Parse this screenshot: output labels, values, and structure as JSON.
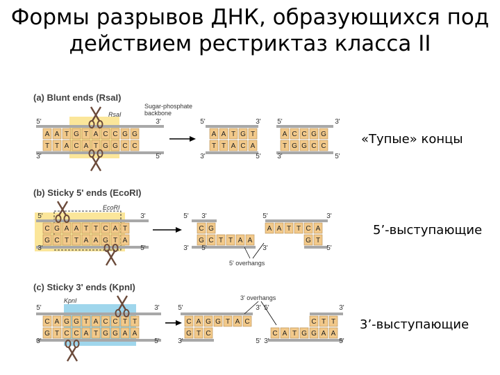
{
  "title_line1": "Формы разрывов ДНК, образующихся под",
  "title_line2": "действием рестриктаз класса II",
  "labels": {
    "blunt": "«Тупые» концы",
    "five_prime": "5’-выступающие",
    "three_prime": "3’-выступающие"
  },
  "panels": [
    {
      "header": "(a) Blunt ends (RsaI)",
      "enzyme": "RsaI",
      "note": "Sugar-phosphate backbone",
      "top": [
        "A",
        "A",
        "T",
        "G",
        "T",
        "A",
        "C",
        "C",
        "G",
        "G"
      ],
      "bottom": [
        "T",
        "T",
        "A",
        "C",
        "A",
        "T",
        "G",
        "G",
        "C",
        "C"
      ],
      "frag1_top": [
        "A",
        "A",
        "T",
        "G",
        "T"
      ],
      "frag1_bottom": [
        "T",
        "T",
        "A",
        "C",
        "A"
      ],
      "frag2_top": [
        "A",
        "C",
        "C",
        "G",
        "G"
      ],
      "frag2_bottom": [
        "T",
        "G",
        "G",
        "C",
        "C"
      ]
    },
    {
      "header": "(b) Sticky 5' ends (EcoRI)",
      "enzyme": "EcoRI",
      "note": "5' overhangs",
      "top": [
        "C",
        "G",
        "A",
        "A",
        "T",
        "T",
        "C",
        "A",
        "T"
      ],
      "bottom": [
        "G",
        "C",
        "T",
        "T",
        "A",
        "A",
        "G",
        "T",
        "A"
      ],
      "frag1_top": [
        "C",
        "G"
      ],
      "frag1_bottom": [
        "G",
        "C",
        "T",
        "T",
        "A",
        "A"
      ],
      "frag2_top": [
        "A",
        "A",
        "T",
        "T",
        "C",
        "A"
      ],
      "frag2_bottom": [
        "G",
        "T"
      ]
    },
    {
      "header": "(c) Sticky 3' ends (KpnI)",
      "enzyme": "KpnI",
      "note": "3' overhangs",
      "top": [
        "C",
        "A",
        "G",
        "G",
        "T",
        "A",
        "C",
        "C",
        "T",
        "T"
      ],
      "bottom": [
        "G",
        "T",
        "C",
        "C",
        "A",
        "T",
        "G",
        "G",
        "A",
        "A"
      ],
      "frag1_top": [
        "C",
        "A",
        "G",
        "G",
        "T",
        "A",
        "C"
      ],
      "frag1_bottom": [
        "G",
        "T",
        "C"
      ],
      "frag2_top": [
        "C",
        "T",
        "T"
      ],
      "frag2_bottom": [
        "C",
        "A",
        "T",
        "G",
        "G",
        "A",
        "A"
      ]
    }
  ],
  "ends": {
    "five": "5'",
    "three": "3'"
  },
  "colors": {
    "base": "#f2c98a",
    "base_border": "#b38a4e",
    "backbone": "#a8a8a8",
    "highlight_a": "#fbe69a",
    "highlight_b": "#fbe69a",
    "highlight_c": "#9fd6ec",
    "scissors": "#6b4a3a"
  }
}
